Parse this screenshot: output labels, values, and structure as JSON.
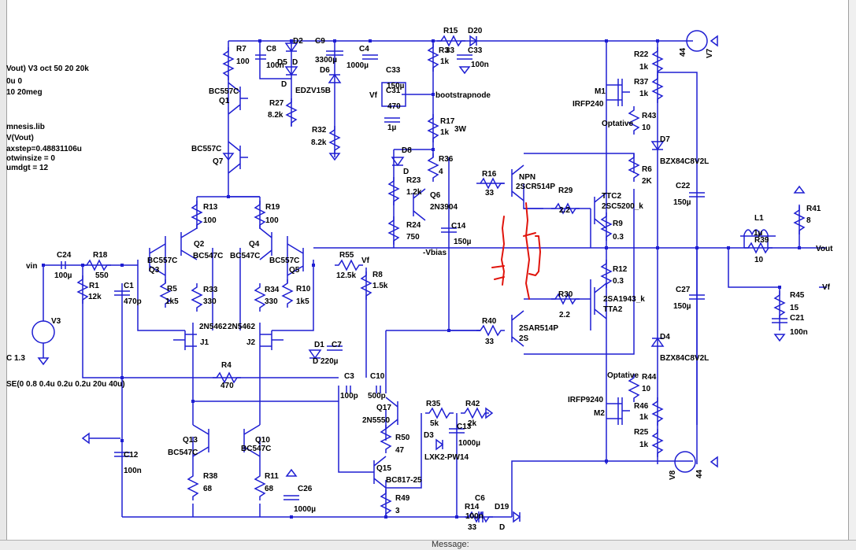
{
  "directives": {
    "line1": "Vout) V3 oct 50 20 20k",
    "line2": "0u 0",
    "line3": "10 20meg",
    "line4": "mnesis.lib",
    "line5": "V(Vout)",
    "line6": "axstep=0.48831106u",
    "line7": "otwinsize = 0",
    "line8": "umdgt = 12",
    "line9": "C 1.3",
    "line10": "SE(0 0.8 0.4u 0.2u 0.2u 20u 40u)"
  },
  "labels": {
    "R7": "R7",
    "R7v": "100",
    "C8": "C8",
    "C8v": "100n",
    "D2": "D2",
    "D5": "D5",
    "D": "D",
    "Dd2": "D",
    "D6": "D6",
    "EDZV15B": "EDZV15B",
    "C9": "C9",
    "C9v": "3300µ",
    "C4": "C4",
    "C4v": "1000µ",
    "R15": "R15",
    "R15v": "33",
    "D20": "D20",
    "R3": "R3",
    "R3v": "1k",
    "C33a": "C33",
    "C33b": "C33",
    "C33v": "100n",
    "C31": "C31",
    "C31v": "150µ",
    "Vf1": "Vf",
    "C32v": "470",
    "C32b": "1µ",
    "bootstrapnode": "bootstrapnode",
    "BC557C_1": "BC557C",
    "Q1": "Q1",
    "R27": "R27",
    "R27v": "8.2k",
    "R32": "R32",
    "R32v": "8.2k",
    "R17": "R17",
    "R17v": "1k",
    "R17w": "3W",
    "BC557C_7": "BC557C",
    "Q7": "Q7",
    "D8": "D8",
    "Dd8": "D",
    "R36": "R36",
    "R36v": "4",
    "R23": "R23",
    "R23v": "1.2k",
    "Q6": "Q6",
    "Q6t": "2N3904",
    "R24": "R24",
    "R24v": "750",
    "C14": "C14",
    "C14v": "150µ",
    "Vbias": "-Vbias",
    "R16": "R16",
    "R16v": "33",
    "NPN": "NPN",
    "Q2SCR": "2SCR514P",
    "R29": "R29",
    "R29v": "2.2",
    "TTC2": "TTC2",
    "Q2SC": "2SC5200_k",
    "R9": "R9",
    "R9v": "0.3",
    "R12": "R12",
    "R12v": "0.3",
    "R30": "R30",
    "R30v": "2.2",
    "Q2SA": "2SA1943_k",
    "TTA2": "TTA2",
    "R40": "R40",
    "R40v": "33",
    "Q2SAR": "2SAR514P",
    "Q2S": "2S",
    "R6": "R6",
    "R6v": "2K",
    "M1": "M1",
    "IRFP240": "IRFP240",
    "R22": "R22",
    "R22v": "1k",
    "R37": "R37",
    "R37v": "1k",
    "Optative1": "Optative",
    "R43": "R43",
    "R43v": "10",
    "D7": "D7",
    "BZX1": "BZX84C8V2L",
    "C22": "C22",
    "C22v": "150µ",
    "C27": "C27",
    "C27v": "150µ",
    "D4": "D4",
    "BZX2": "BZX84C8V2L",
    "Optative2": "Optative",
    "R44": "R44",
    "R44v": "10",
    "IRFP9240": "IRFP9240",
    "M2": "M2",
    "R46": "R46",
    "R46v": "1k",
    "R25": "R25",
    "R25v": "1k",
    "V7": "V7",
    "V7v": "44",
    "V8": "V8",
    "V8v": "44",
    "L1": "L1",
    "L1v": "1µ",
    "R39": "R39",
    "R39v": "10",
    "R41": "R41",
    "R41v": "8",
    "Vout": "Vout",
    "R45": "R45",
    "R45v": "15",
    "C21": "C21",
    "C21v": "100n",
    "Vf2": "Vf",
    "vin": "vin",
    "C24": "C24",
    "C24v": "100µ",
    "R18": "R18",
    "R18v": "550",
    "R1": "R1",
    "R1v": "12k",
    "C1": "C1",
    "C1v": "470p",
    "V3": "V3",
    "R13": "R13",
    "R13v": "100",
    "R19": "R19",
    "R19v": "100",
    "Q2": "Q2",
    "BC547C_2": "BC547C",
    "Q4": "Q4",
    "BC547C_4": "BC547C",
    "BC557C_3": "BC557C",
    "Q3": "Q3",
    "BC557C_5": "BC557C",
    "Q5": "Q5",
    "R5": "R5",
    "R5v": "1k5",
    "R33": "R33",
    "R33v": "330",
    "R34": "R34",
    "R34v": "330",
    "R10": "R10",
    "R10v": "1k5",
    "J2N1": "2N5462",
    "J2N2": "2N5462",
    "J1": "J1",
    "J2": "J2",
    "R55": "R55",
    "R55v": "12.5k",
    "Vf3": "Vf",
    "R8": "R8",
    "R8v": "1.5k",
    "D1": "D1",
    "C7": "C7",
    "C7v": "220µ",
    "Dd1": "D",
    "R4": "R4",
    "R4v": "470",
    "C3": "C3",
    "C3v": "100p",
    "C10": "C10",
    "C10v": "500p",
    "Q17": "Q17",
    "Q17t": "2N5550",
    "R35": "R35",
    "R35v": "5k",
    "R42": "R42",
    "R42v": "2k",
    "D3": "D3",
    "LXK": "LXK2-PW14",
    "C13": "C13",
    "C13v": "1000µ",
    "R50": "R50",
    "R50v": "47",
    "Q15": "Q15",
    "BC817": "BC817-25",
    "R49": "R49",
    "R49v": "3",
    "C6": "C6",
    "R14": "R14",
    "R14v": "33",
    "C6v": "100n",
    "D19": "D19",
    "Dd19": "D",
    "Q13": "Q13",
    "BC547C_13": "BC547C",
    "Q10": "Q10",
    "BC547C_10": "BC547C",
    "R38": "R38",
    "R38v": "68",
    "R11": "R11",
    "R11v": "68",
    "C26": "C26",
    "C26v": "1000µ",
    "C12": "C12",
    "C12v": "100n"
  },
  "status": {
    "message": "Message:"
  },
  "colors": {
    "wire": "#1e1ed2",
    "annotation": "#e0140c",
    "background": "#ffffff"
  }
}
